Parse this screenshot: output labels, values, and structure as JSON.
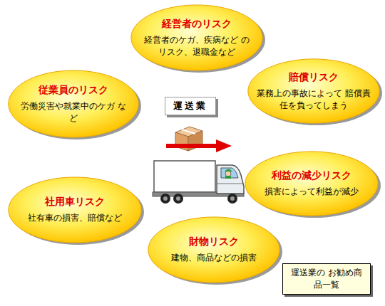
{
  "diagram": {
    "nodes": [
      {
        "text": [
          "経営者のリスク",
          "経営者のケガ、疾病など のリスク、退職金など"
        ]
      },
      {
        "text": [
          "賠償リスク",
          "業務上の事故によって 賠償責任を負ってしまう"
        ]
      },
      {
        "text": [
          "従業員のリスク",
          "労働災害や就業中のケガ など"
        ]
      },
      {
        "text": [
          "運送業"
        ]
      },
      {
        "text": [
          "社用車リスク",
          "社有車の損害、賠償など"
        ]
      },
      {
        "text": [
          "利益の減少リスク",
          "損害によって利益が減少"
        ]
      },
      {
        "text": [
          "財物リスク",
          "建物、商品などの損害"
        ]
      },
      {
        "text": [
          "運送業の お勧め商品一覧"
        ]
      }
    ]
  }
}
